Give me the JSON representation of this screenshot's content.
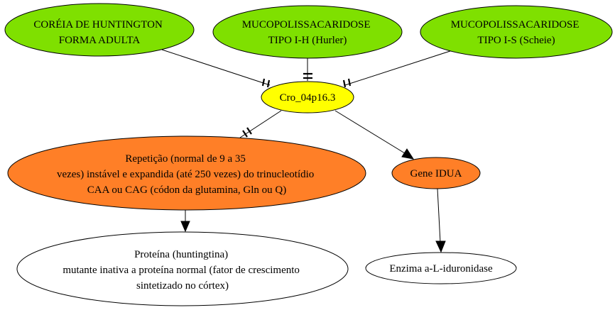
{
  "colors": {
    "green": "#7fe000",
    "yellow": "#ffff00",
    "orange": "#ff7f27",
    "white": "#ffffff"
  },
  "nodes": {
    "coreia": {
      "lines": [
        "CORÉIA DE HUNTINGTON",
        "FORMA ADULTA"
      ]
    },
    "hurler": {
      "lines": [
        "MUCOPOLISSACARIDOSE",
        "TIPO I-H (Hurler)"
      ]
    },
    "scheie": {
      "lines": [
        "MUCOPOLISSACARIDOSE",
        "TIPO I-S (Scheie)"
      ]
    },
    "cro": {
      "lines": [
        "Cro_04p16.3"
      ]
    },
    "repeticao": {
      "lines": [
        "Repetição (normal de 9 a 35",
        "vezes) instável e expandida (até 250 vezes) do trinucleotídio",
        "CAA ou CAG (códon da glutamina, Gln ou Q)"
      ]
    },
    "idua": {
      "lines": [
        "Gene IDUA"
      ]
    },
    "proteina": {
      "lines": [
        "Proteína (huntingtina)",
        "mutante inativa a proteína normal (fator de crescimento",
        "sintetizado no córtex)"
      ]
    },
    "enzima": {
      "lines": [
        "Enzima a-L-iduronidase"
      ]
    }
  }
}
